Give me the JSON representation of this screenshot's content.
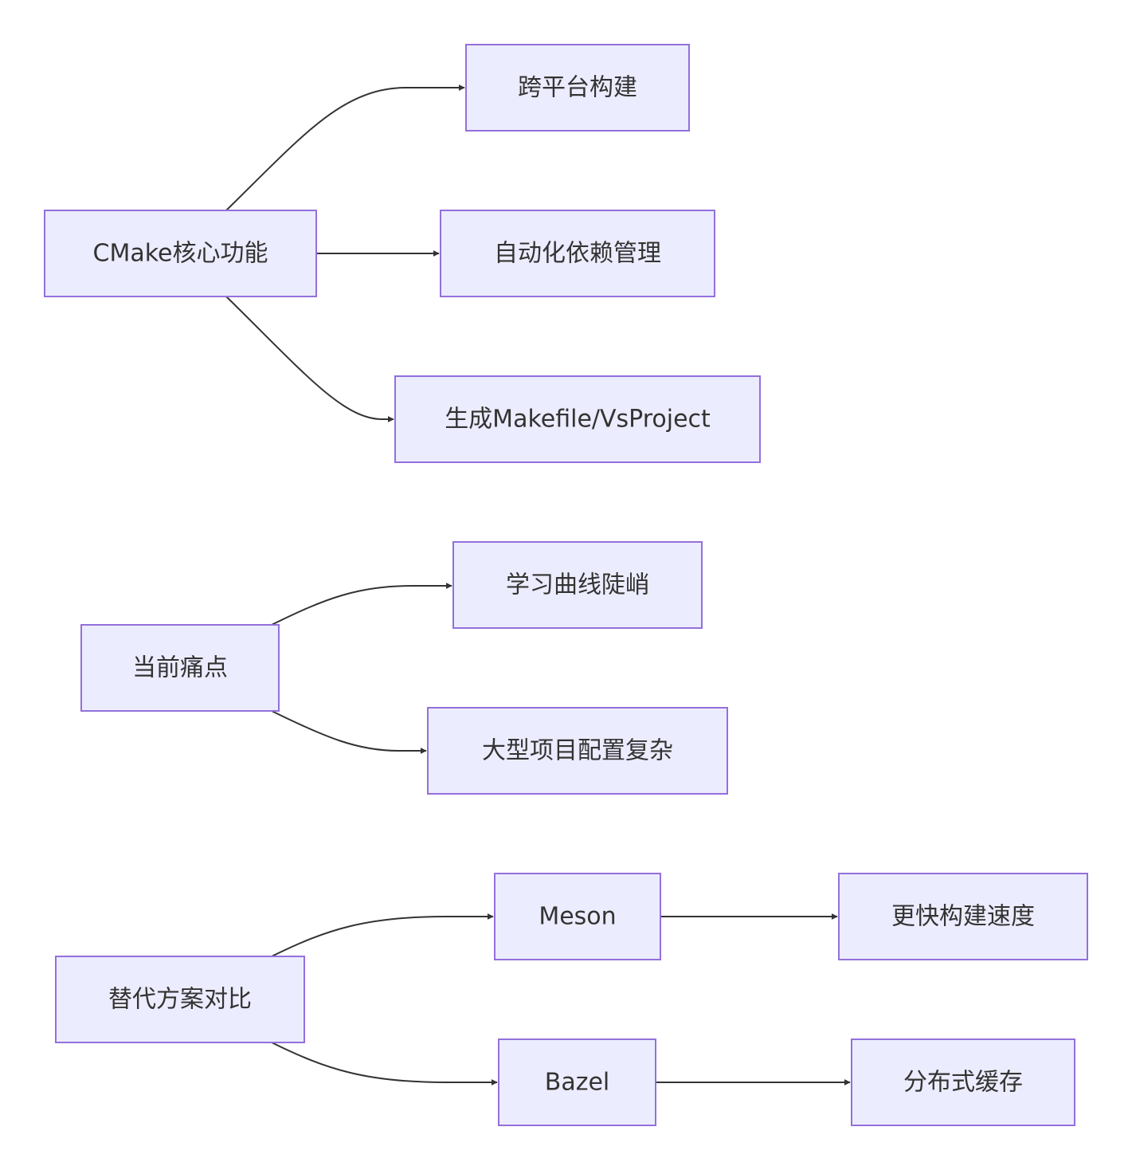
{
  "nodes": {
    "cmake_core": "CMake核心功能",
    "cross_platform": "跨平台构建",
    "auto_deps": "自动化依赖管理",
    "gen_makefile": "生成Makefile/VsProject",
    "pain_points": "当前痛点",
    "learning_curve": "学习曲线陡峭",
    "complex_config": "大型项目配置复杂",
    "alternatives": "替代方案对比",
    "meson": "Meson",
    "faster_build": "更快构建速度",
    "bazel": "Bazel",
    "dist_cache": "分布式缓存"
  },
  "edges": [
    {
      "from": "cmake_core",
      "to": "cross_platform"
    },
    {
      "from": "cmake_core",
      "to": "auto_deps"
    },
    {
      "from": "cmake_core",
      "to": "gen_makefile"
    },
    {
      "from": "pain_points",
      "to": "learning_curve"
    },
    {
      "from": "pain_points",
      "to": "complex_config"
    },
    {
      "from": "alternatives",
      "to": "meson"
    },
    {
      "from": "alternatives",
      "to": "bazel"
    },
    {
      "from": "meson",
      "to": "faster_build"
    },
    {
      "from": "bazel",
      "to": "dist_cache"
    }
  ]
}
